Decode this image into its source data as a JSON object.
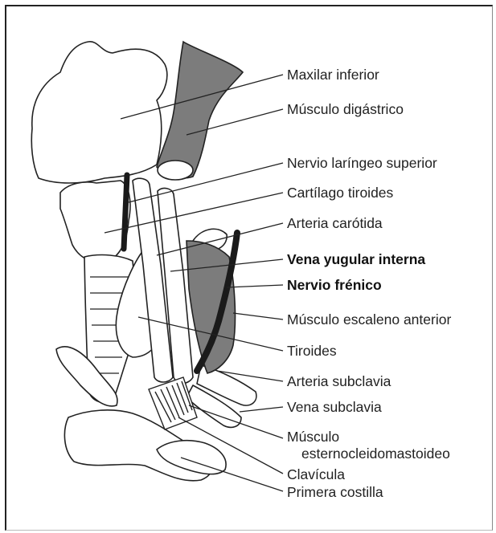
{
  "labels": [
    {
      "id": "maxilar",
      "text": "Maxilar inferior",
      "bold": false
    },
    {
      "id": "digastrico",
      "text": "Músculo digástrico",
      "bold": false
    },
    {
      "id": "laringeo",
      "text": "Nervio laríngeo superior",
      "bold": false
    },
    {
      "id": "cartilago",
      "text": "Cartílago tiroides",
      "bold": false
    },
    {
      "id": "carotida",
      "text": "Arteria carótida",
      "bold": false
    },
    {
      "id": "yugular",
      "text": "Vena yugular interna",
      "bold": true
    },
    {
      "id": "frenico",
      "text": "Nervio frénico",
      "bold": true
    },
    {
      "id": "escaleno",
      "text": "Músculo escaleno anterior",
      "bold": false
    },
    {
      "id": "tiroides",
      "text": "Tiroides",
      "bold": false
    },
    {
      "id": "subclavia_art",
      "text": "Arteria subclavia",
      "bold": false
    },
    {
      "id": "subclavia_vena",
      "text": "Vena subclavia",
      "bold": false
    },
    {
      "id": "esterno_1",
      "text": "Músculo",
      "bold": false
    },
    {
      "id": "esterno_2",
      "text": "esternocleidomastoideo",
      "bold": false
    },
    {
      "id": "clavicula",
      "text": "Clavícula",
      "bold": false
    },
    {
      "id": "costilla",
      "text": "Primera costilla",
      "bold": false
    }
  ],
  "colors": {
    "muscle_fill": "#7c7c7c",
    "nerve": "#1a1a1a",
    "outline": "#222222",
    "bone_fill": "#ffffff"
  }
}
